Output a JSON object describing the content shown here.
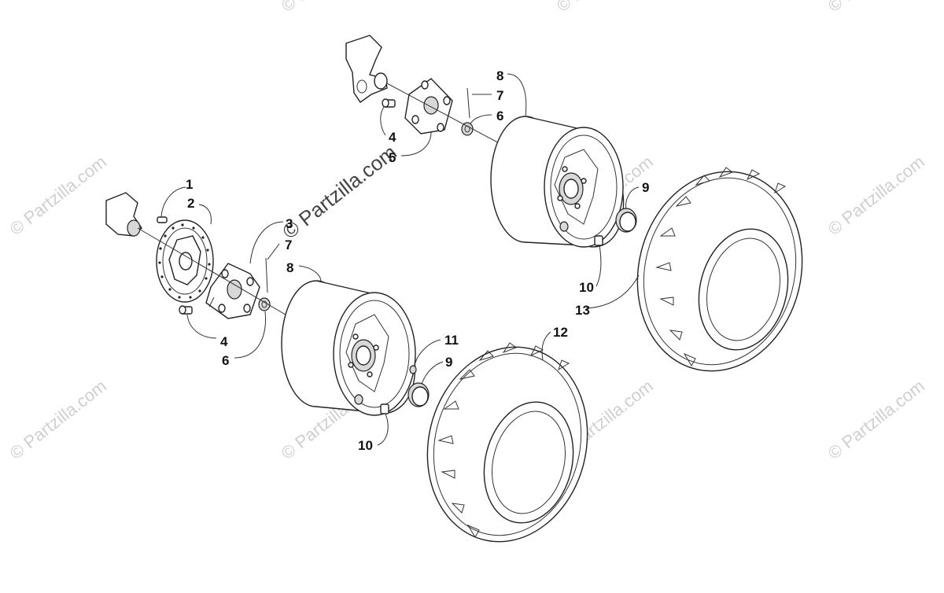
{
  "watermarks": {
    "small": "© Partzilla.com",
    "center": "© Partzilla.com"
  },
  "callouts": {
    "c1": "1",
    "c2a": "2",
    "c2b": "2",
    "c3": "3",
    "c4a": "4",
    "c4b": "4",
    "c5": "5",
    "c6a": "6",
    "c6b": "6",
    "c7a": "7",
    "c7b": "7",
    "c8a": "8",
    "c8b": "8",
    "c9a": "9",
    "c9b": "9",
    "c10a": "10",
    "c10b": "10",
    "c11": "11",
    "c12": "12",
    "c13": "13"
  }
}
